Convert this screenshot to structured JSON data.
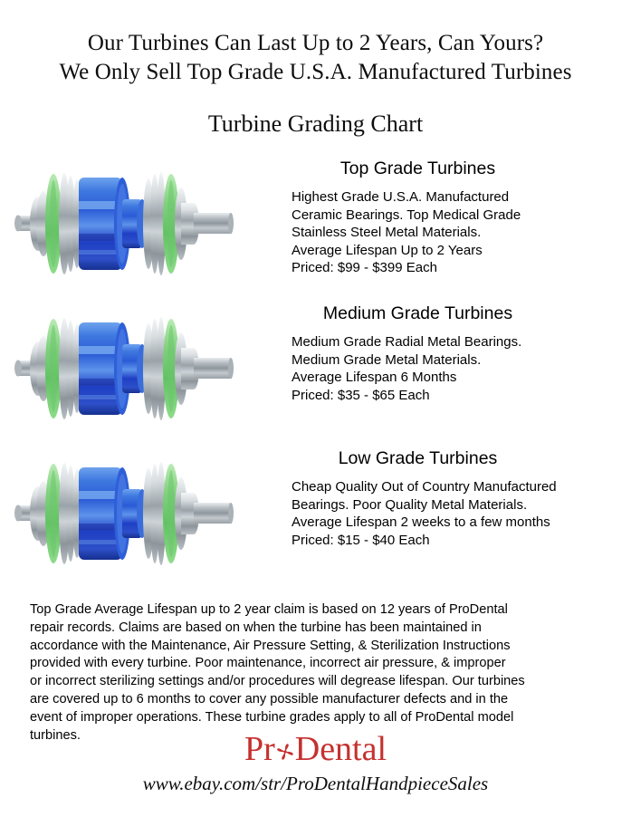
{
  "page": {
    "background_color": "#ffffff",
    "text_color": "#000000"
  },
  "headline": {
    "line1": "Our Turbines Can Last Up to 2 Years, Can Yours?",
    "line2": "We Only Sell Top Grade U.S.A. Manufactured Turbines"
  },
  "subtitle": "Turbine Grading Chart",
  "grades": [
    {
      "title": "Top Grade Turbines",
      "image_alt": "dental-turbine-rotor",
      "lines": [
        "Highest Grade U.S.A. Manufactured",
        "Ceramic Bearings. Top Medical Grade",
        "Stainless Steel Metal Materials.",
        "Average Lifespan Up to 2 Years",
        "Priced: $99 - $399 Each"
      ],
      "lifespan": "Up to 2 Years",
      "price_low": "$99",
      "price_high": "$399"
    },
    {
      "title": "Medium Grade Turbines",
      "image_alt": "dental-turbine-rotor",
      "lines": [
        "Medium Grade Radial Metal Bearings.",
        "Medium Grade Metal Materials.",
        "Average Lifespan 6 Months",
        "Priced: $35 - $65 Each"
      ],
      "lifespan": "6 Months",
      "price_low": "$35",
      "price_high": "$65"
    },
    {
      "title": "Low Grade Turbines",
      "image_alt": "dental-turbine-rotor",
      "lines": [
        "Cheap Quality Out of Country Manufactured",
        "Bearings. Poor Quality Metal Materials.",
        "Average Lifespan 2 weeks to a few months",
        "Priced: $15 - $40 Each"
      ],
      "lifespan": "2 weeks to a few months",
      "price_low": "$15",
      "price_high": "$40"
    }
  ],
  "disclaimer": {
    "lines": [
      "Top Grade Average Lifespan up to 2 year claim is based on 12 years of ProDental",
      "repair records. Claims are based on when the turbine has been maintained in",
      "accordance with the Maintenance, Air Pressure Setting, & Sterilization Instructions",
      "provided with every turbine. Poor maintenance, incorrect air pressure, & improper",
      "or incorrect sterilizing settings and/or procedures will degrease lifespan. Our turbines",
      "are covered up to 6 months to cover any possible manufacturer defects and in the",
      "event of improper operations. These turbine grades apply to all of ProDental model",
      "turbines."
    ]
  },
  "logo": {
    "prefix": "Pr",
    "suffix": "Dental",
    "full_text": "ProDental",
    "icon": "turbine-pinwheel-icon",
    "color": "#c5312f"
  },
  "site_url": "www.ebay.com/str/ProDentalHandpieceSales",
  "colors": {
    "logo_red": "#c5312f",
    "turbine_blue": "#1f45cf",
    "turbine_blue_light": "#4f82e3",
    "turbine_green": "#7fd07f",
    "turbine_chrome": "#c9ced2",
    "heading_black": "#0d0d0d"
  }
}
